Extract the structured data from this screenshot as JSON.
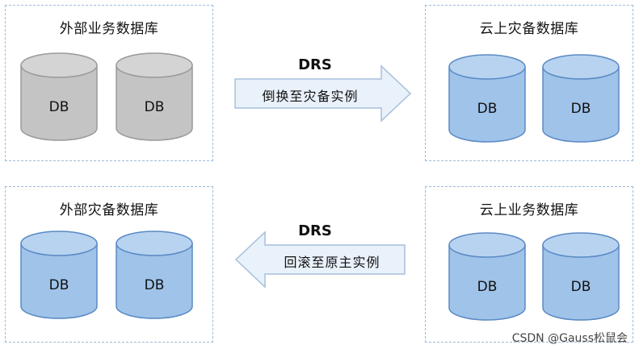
{
  "top_left_box": {
    "title": "外部业务数据库",
    "db_labels": [
      "DB",
      "DB"
    ]
  },
  "top_right_box": {
    "title": "云上灾备数据库",
    "db_labels": [
      "DB",
      "DB"
    ]
  },
  "bottom_left_box": {
    "title": "外部灾备数据库",
    "db_labels": [
      "DB",
      "DB"
    ]
  },
  "bottom_right_box": {
    "title": "云上业务数据库",
    "db_labels": [
      "DB",
      "DB"
    ]
  },
  "top_arrow": {
    "tool": "DRS",
    "text": "倒换至灾备实例",
    "direction": "right"
  },
  "bottom_arrow": {
    "tool": "DRS",
    "text": "回滚至原主实例",
    "direction": "left"
  },
  "colors": {
    "grey_db_fill": "#c4c4c4",
    "grey_db_stroke": "#9a9a9a",
    "blue_db_fill": "#9fc3e9",
    "blue_db_stroke": "#5b8ac4",
    "arrow_fill": "#e9f1fa",
    "arrow_stroke": "#a7bfdc",
    "box_border": "#9dbad9"
  },
  "watermark": "CSDN @Gauss松鼠会"
}
